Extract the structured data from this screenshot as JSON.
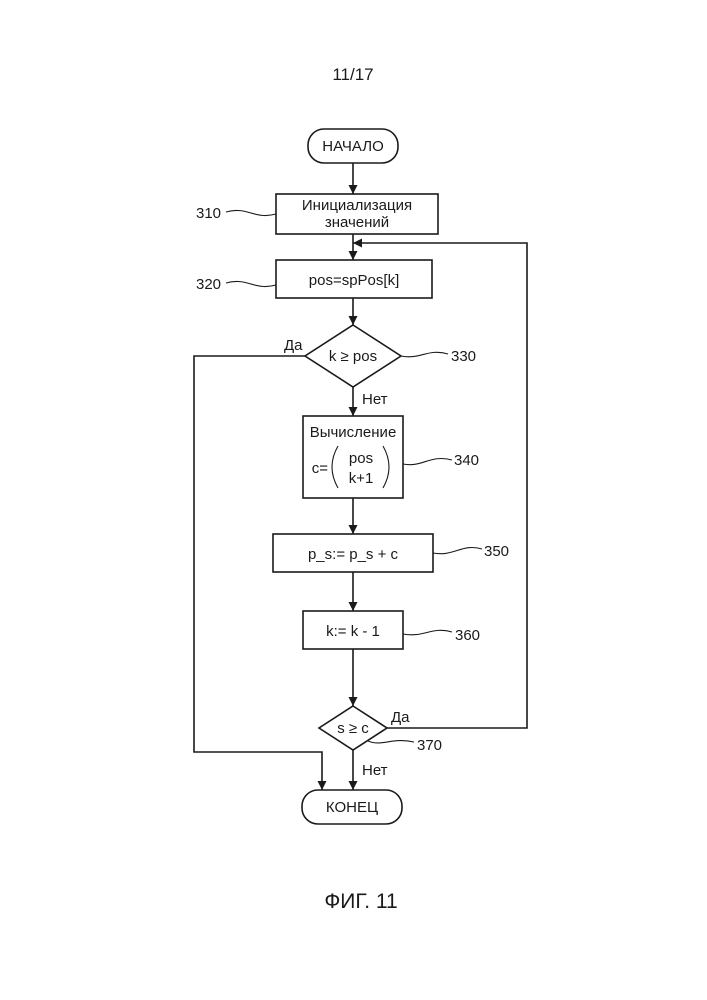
{
  "page": {
    "number": "11/17",
    "figure": "ФИГ. 11"
  },
  "nodes": {
    "start": {
      "label": "НАЧАЛО"
    },
    "init": {
      "line1": "Инициализация",
      "line2": "значений",
      "ref": "310"
    },
    "pos": {
      "label": "pos=spPos[k]",
      "ref": "320"
    },
    "cond1": {
      "label": "k ≥ pos",
      "ref": "330",
      "yes": "Да",
      "no": "Нет"
    },
    "calc": {
      "title": "Вычисление",
      "lhs": "c=",
      "top": "pos",
      "bottom": "k+1",
      "ref": "340"
    },
    "sum": {
      "label": "p_s:= p_s + c",
      "ref": "350"
    },
    "dec": {
      "label": "k:= k - 1",
      "ref": "360"
    },
    "cond2": {
      "label": "s ≥ c",
      "ref": "370",
      "yes": "Да",
      "no": "Нет"
    },
    "end": {
      "label": "КОНЕЦ"
    }
  }
}
